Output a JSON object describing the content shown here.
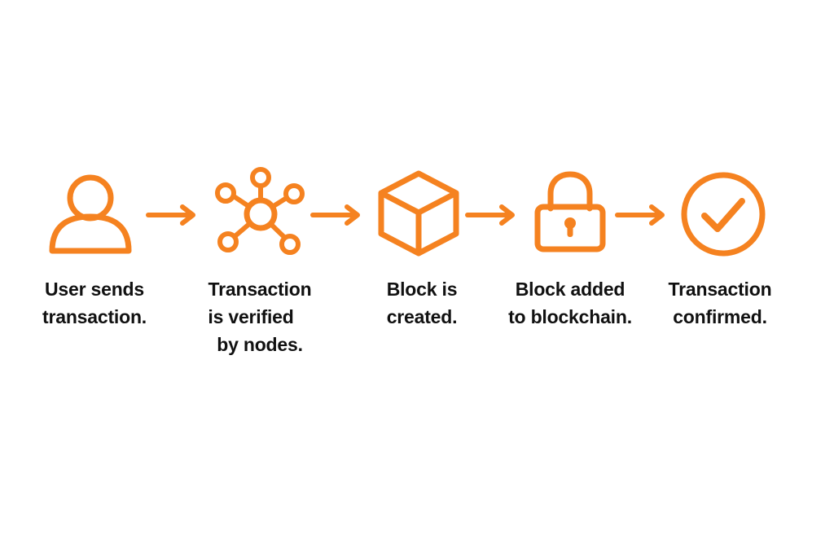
{
  "accent_color": "#F58220",
  "steps": [
    {
      "icon": "user-icon",
      "lines": [
        "User sends",
        "transaction."
      ]
    },
    {
      "icon": "network-nodes-icon",
      "lines": [
        "Transaction",
        "is verified",
        "by nodes."
      ]
    },
    {
      "icon": "cube-block-icon",
      "lines": [
        "Block is",
        "created."
      ]
    },
    {
      "icon": "padlock-icon",
      "lines": [
        "Block added",
        "to blockchain."
      ]
    },
    {
      "icon": "check-circle-icon",
      "lines": [
        "Transaction",
        "confirmed."
      ]
    }
  ],
  "arrows": 4
}
